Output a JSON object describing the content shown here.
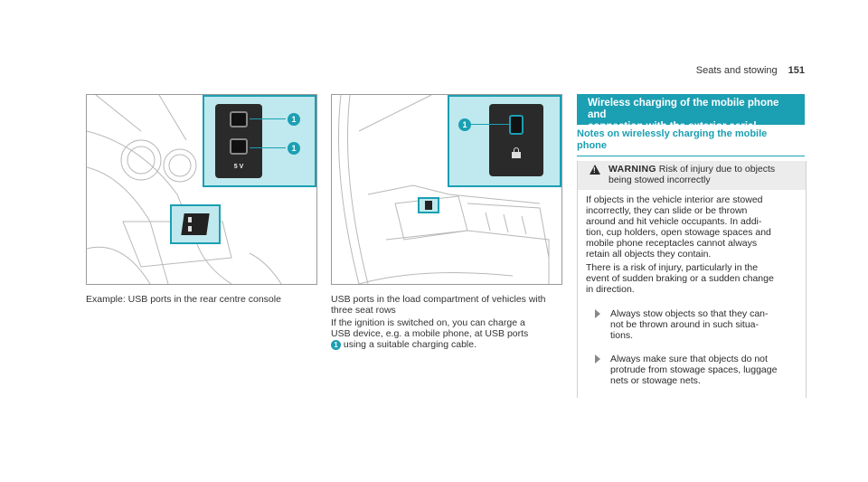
{
  "header": {
    "title": "Seats and stowing",
    "page": "151"
  },
  "figures": {
    "fig1": {
      "caption": "Example: USB ports in the rear centre console",
      "callouts": [
        "1",
        "1"
      ],
      "voltage_label": "5 V"
    },
    "fig2": {
      "caption_l1": "USB ports in the load compartment of vehicles with",
      "caption_l2": "three seat rows",
      "callouts": [
        "1"
      ]
    }
  },
  "body": {
    "line1": "If the ignition is switched on, you can charge a",
    "line2": "USB device, e.g. a mobile phone, at USB ports",
    "badge": "1",
    "line3": "using a suitable charging cable."
  },
  "section": {
    "heading_l1": "Wireless charging of the mobile phone and",
    "heading_l2": "connection with the exterior aerial",
    "subheading_l1": "Notes on wirelessly charging the mobile",
    "subheading_l2": "phone"
  },
  "warning": {
    "label": "WARNING",
    "text_l1": "Risk of injury due to objects",
    "text_l2": "being stowed incorrectly",
    "para1": [
      "If objects in the vehicle interior are stowed",
      "incorrectly, they can slide or be thrown",
      "around and hit vehicle occupants. In addi-",
      "tion, cup holders, open stowage spaces and",
      "mobile phone receptacles cannot always",
      "retain all objects they contain."
    ],
    "para2": [
      "There is a risk of injury, particularly in the",
      "event of sudden braking or a sudden change",
      "in direction."
    ],
    "bullet1": [
      "Always stow objects so that they can-",
      "not be thrown around in such situa-",
      "tions."
    ],
    "bullet2": [
      "Always make sure that objects do not",
      "protrude from stowage spaces, luggage",
      "nets or stowage nets."
    ]
  },
  "colors": {
    "accent": "#1b9fb2",
    "inset_bg": "#bfe9ee",
    "warning_bg": "#ececec"
  }
}
